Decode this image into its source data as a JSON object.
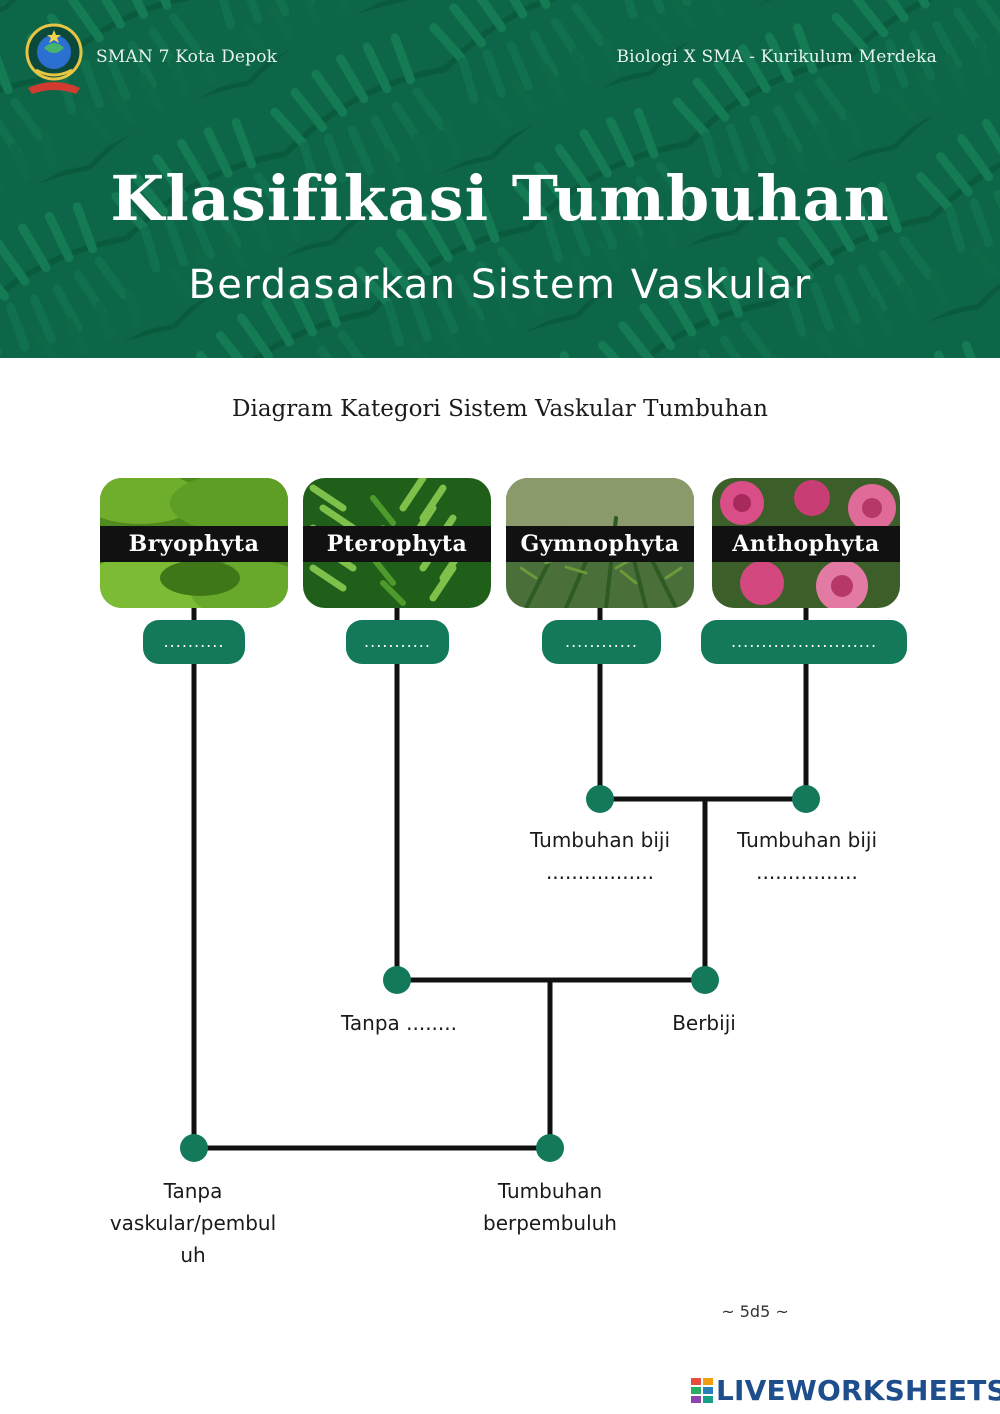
{
  "header": {
    "school": "SMAN 7 Kota Depok",
    "course": "Biologi X SMA - Kurikulum Merdeka",
    "title": "Klasifikasi Tumbuhan",
    "subtitle": "Berdasarkan Sistem Vaskular"
  },
  "diagram": {
    "heading": "Diagram Kategori Sistem Vaskular Tumbuhan",
    "groups": [
      {
        "name": "Bryophyta",
        "blank": "..........",
        "image": "moss"
      },
      {
        "name": "Pterophyta",
        "blank": "...........",
        "image": "fern"
      },
      {
        "name": "Gymnophyta",
        "blank": "............",
        "image": "conifer"
      },
      {
        "name": "Anthophyta",
        "blank": "........................",
        "image": "roses"
      }
    ],
    "seed_gymno_line1": "Tumbuhan biji",
    "seed_gymno_line2": ".................",
    "seed_antho_line1": "Tumbuhan biji",
    "seed_antho_line2": "................",
    "no_seed": "Tanpa ........",
    "seeded": "Berbiji",
    "nonvascular_line1": "Tanpa",
    "nonvascular_line2": "vaskular/pembul",
    "nonvascular_line3": "uh",
    "vascular_line1": "Tumbuhan",
    "vascular_line2": "berpembuluh"
  },
  "footer": {
    "code": "~ 5d5 ~",
    "brand": "LIVEWORKSHEETS"
  },
  "colors": {
    "header_green": "#0e6b4a",
    "node_green": "#13795a",
    "line": "#111111",
    "brand_blue": "#1f4e8c"
  }
}
